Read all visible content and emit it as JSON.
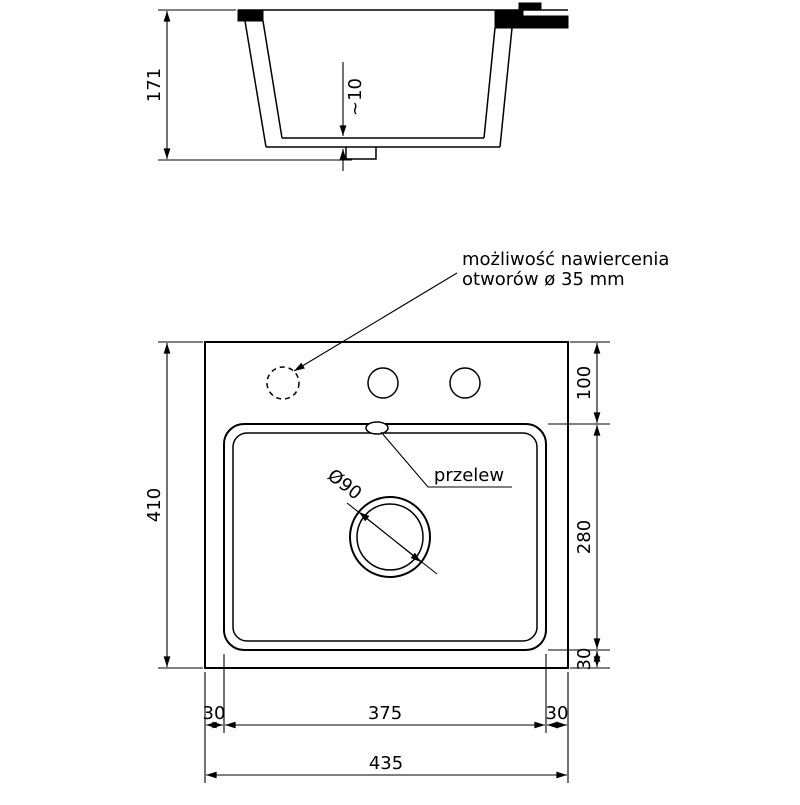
{
  "drawing": {
    "background": "#ffffff",
    "line_color": "#000000"
  },
  "section_view": {
    "dim_total_height": "171",
    "dim_bottom_thickness": "~10"
  },
  "plan_view": {
    "note": {
      "line1": "możliwość nawiercenia",
      "line2": "otworów ø 35 mm"
    },
    "overflow_label": "przelew",
    "drain_diameter_label": "Ø90",
    "dim_total_depth": "410",
    "dim_total_width": "435",
    "dim_top_offset": "100",
    "dim_bowl_depth": "280",
    "dim_bottom_offset": "30",
    "dim_left_offset": "30",
    "dim_bowl_width": "375",
    "dim_right_offset": "30"
  }
}
